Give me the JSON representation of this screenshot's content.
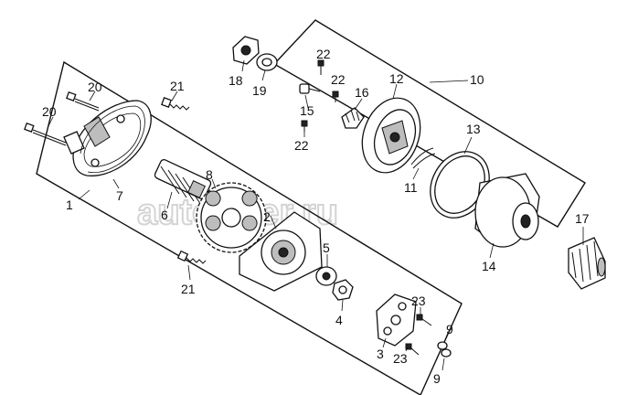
{
  "watermark": "autopiter.ru",
  "callouts": {
    "n1": "1",
    "n2": "2",
    "n3": "3",
    "n4": "4",
    "n5": "5",
    "n6": "6",
    "n7": "7",
    "n8": "8",
    "n9a": "9",
    "n9b": "9",
    "n10": "10",
    "n11": "11",
    "n12": "12",
    "n13": "13",
    "n14": "14",
    "n15": "15",
    "n16": "16",
    "n17": "17",
    "n18": "18",
    "n19": "19",
    "n20a": "20",
    "n20b": "20",
    "n21a": "21",
    "n21b": "21",
    "n22a": "22",
    "n22b": "22",
    "n22c": "22",
    "n23a": "23",
    "n23b": "23"
  },
  "colors": {
    "ink": "#111111",
    "watermark": "#d4d4d4",
    "background": "#ffffff"
  }
}
